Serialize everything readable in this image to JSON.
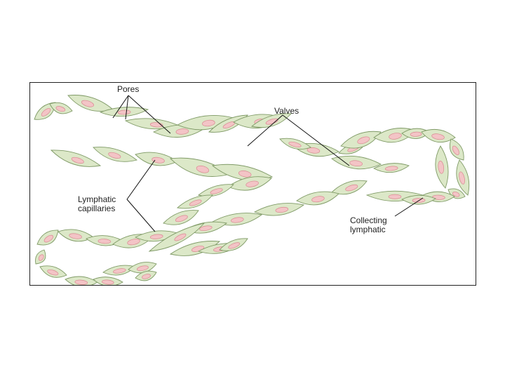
{
  "labels": {
    "pores": "Pores",
    "valves": "Valves",
    "lymphatic_capillaries": "Lymphatic\ncapillaries",
    "collecting_lymphatic": "Collecting\nlymphatic"
  },
  "colors": {
    "cell_fill": "#dce8c8",
    "cell_stroke": "#7f9a66",
    "nucleus_fill": "#f3c4c6",
    "nucleus_stroke": "#d98a91",
    "leader_lines": "#111111",
    "frame": "#222222"
  }
}
